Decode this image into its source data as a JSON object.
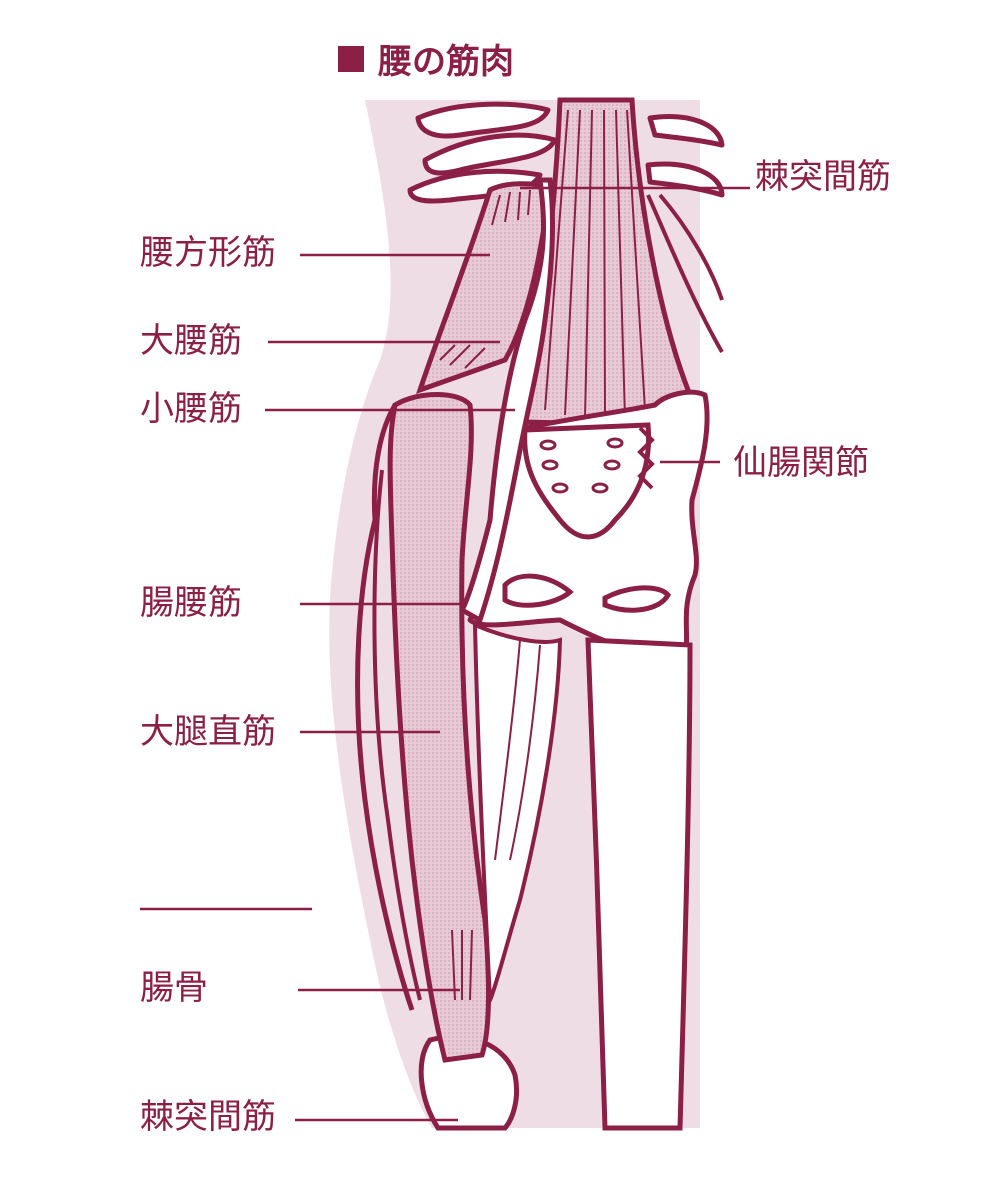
{
  "title": "腰の筋肉",
  "colors": {
    "line": "#8c1f45",
    "muscle_fill": "#d7b2c3",
    "body_shade": "#efdde6",
    "bone_fill": "#ffffff"
  },
  "labels": {
    "right_spinous": "棘突間筋",
    "quadratus_lumborum": "腰方形筋",
    "psoas_major": "大腰筋",
    "psoas_minor": "小腰筋",
    "sacroiliac_joint": "仙腸関節",
    "iliopsoas": "腸腰筋",
    "rectus_femoris": "大腿直筋",
    "ilium": "腸骨",
    "bottom_spinous": "棘突間筋"
  }
}
